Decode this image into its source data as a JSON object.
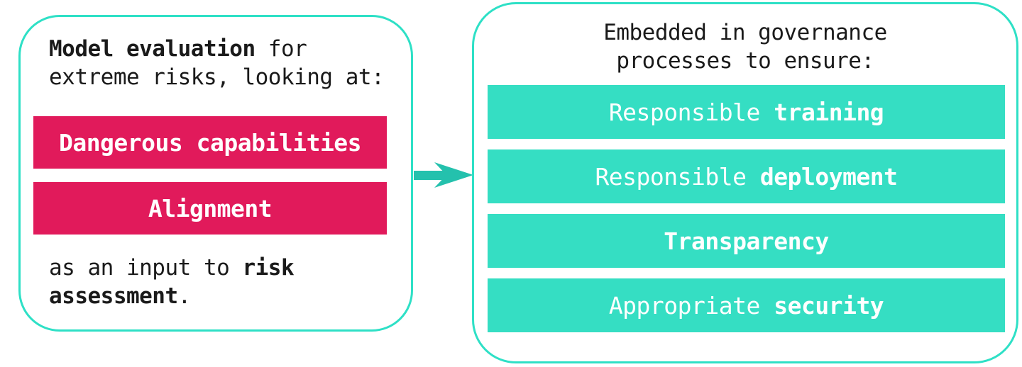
{
  "colors": {
    "teal_bar": "#35dec3",
    "teal_border": "#2ee0c6",
    "arrow_teal": "#24c1ad",
    "crimson_bar": "#e11a5b",
    "ink": "#1a1a1a",
    "bar_text": "#ffffff"
  },
  "left_box": {
    "heading": [
      {
        "text": "Model evaluation",
        "bold": true
      },
      {
        "text": " for extreme risks, looking at:",
        "bold": false
      }
    ],
    "bars": [
      {
        "segments": [
          {
            "text": "Dangerous capabilities",
            "bold": true
          }
        ]
      },
      {
        "segments": [
          {
            "text": "Alignment",
            "bold": true
          }
        ]
      }
    ],
    "footer": [
      {
        "text": "as an input to ",
        "bold": false
      },
      {
        "text": "risk assessment",
        "bold": true
      },
      {
        "text": ".",
        "bold": false
      }
    ]
  },
  "arrow": {
    "name": "right-arrow",
    "direction": "right"
  },
  "right_box": {
    "heading": [
      {
        "text": "Embedded in governance processes to ensure:",
        "bold": false
      }
    ],
    "bars": [
      {
        "segments": [
          {
            "text": "Responsible ",
            "bold": false
          },
          {
            "text": "training",
            "bold": true
          }
        ]
      },
      {
        "segments": [
          {
            "text": "Responsible ",
            "bold": false
          },
          {
            "text": "deployment",
            "bold": true
          }
        ]
      },
      {
        "segments": [
          {
            "text": "Transparency",
            "bold": true
          }
        ]
      },
      {
        "segments": [
          {
            "text": "Appropriate ",
            "bold": false
          },
          {
            "text": "security",
            "bold": true
          }
        ]
      }
    ]
  }
}
